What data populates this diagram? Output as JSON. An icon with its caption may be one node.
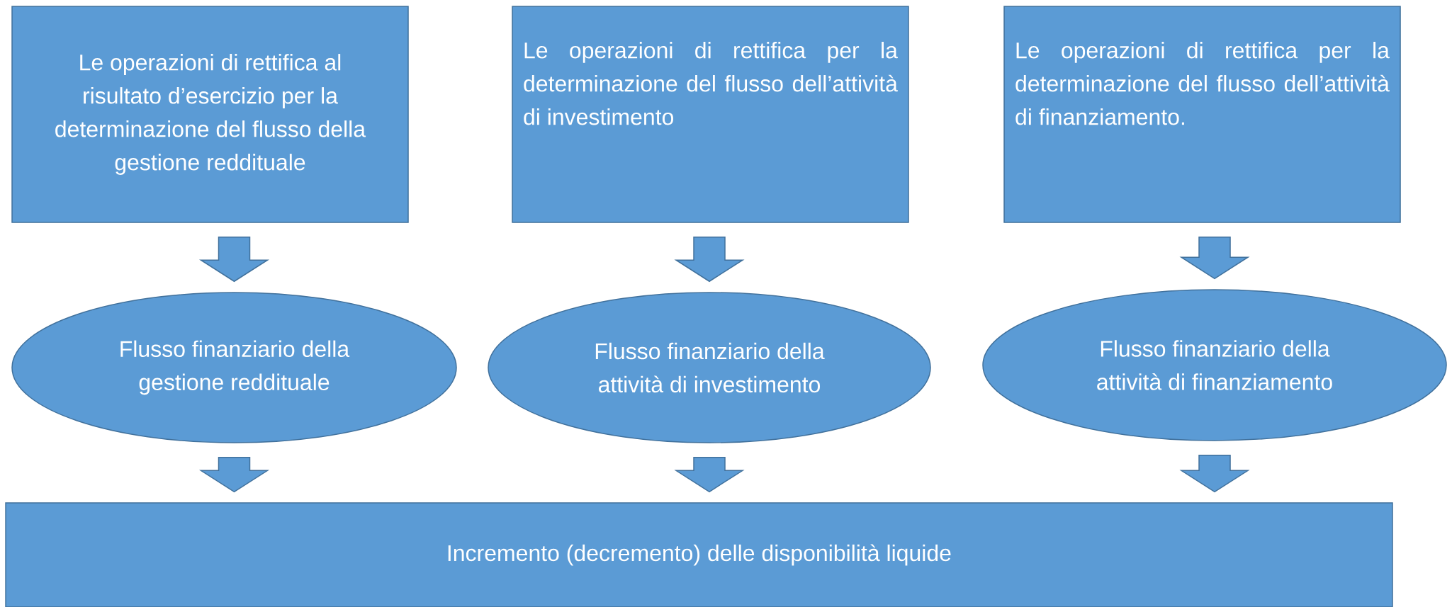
{
  "diagram": {
    "nodes": [
      {
        "text": [
          "Le operazioni di rettifica al risultato d’esercizio per la determinazione del flusso della gestione reddituale"
        ]
      },
      {
        "text": [
          "Le operazioni di rettifica per la determinazione del flusso dell’attività di investimento"
        ]
      },
      {
        "text": [
          "Le operazioni di rettifica per la determinazione del flusso dell’attività di finanziamento."
        ]
      },
      {
        "text": [
          "Flusso finanziario della gestione reddituale"
        ]
      },
      {
        "text": [
          "Flusso finanziario della attività di investimento"
        ]
      },
      {
        "text": [
          "Flusso finanziario della attività di finanziamento"
        ]
      },
      {
        "text": [
          "Incremento (decremento) delle disponibilità liquide"
        ]
      }
    ],
    "edges": [
      {
        "from": 0,
        "to": 3,
        "arrow": "to"
      },
      {
        "from": 1,
        "to": 4,
        "arrow": "to"
      },
      {
        "from": 2,
        "to": 5,
        "arrow": "to"
      },
      {
        "from": 3,
        "to": 6,
        "arrow": "to"
      },
      {
        "from": 4,
        "to": 6,
        "arrow": "to"
      },
      {
        "from": 5,
        "to": 6,
        "arrow": "to"
      }
    ]
  }
}
